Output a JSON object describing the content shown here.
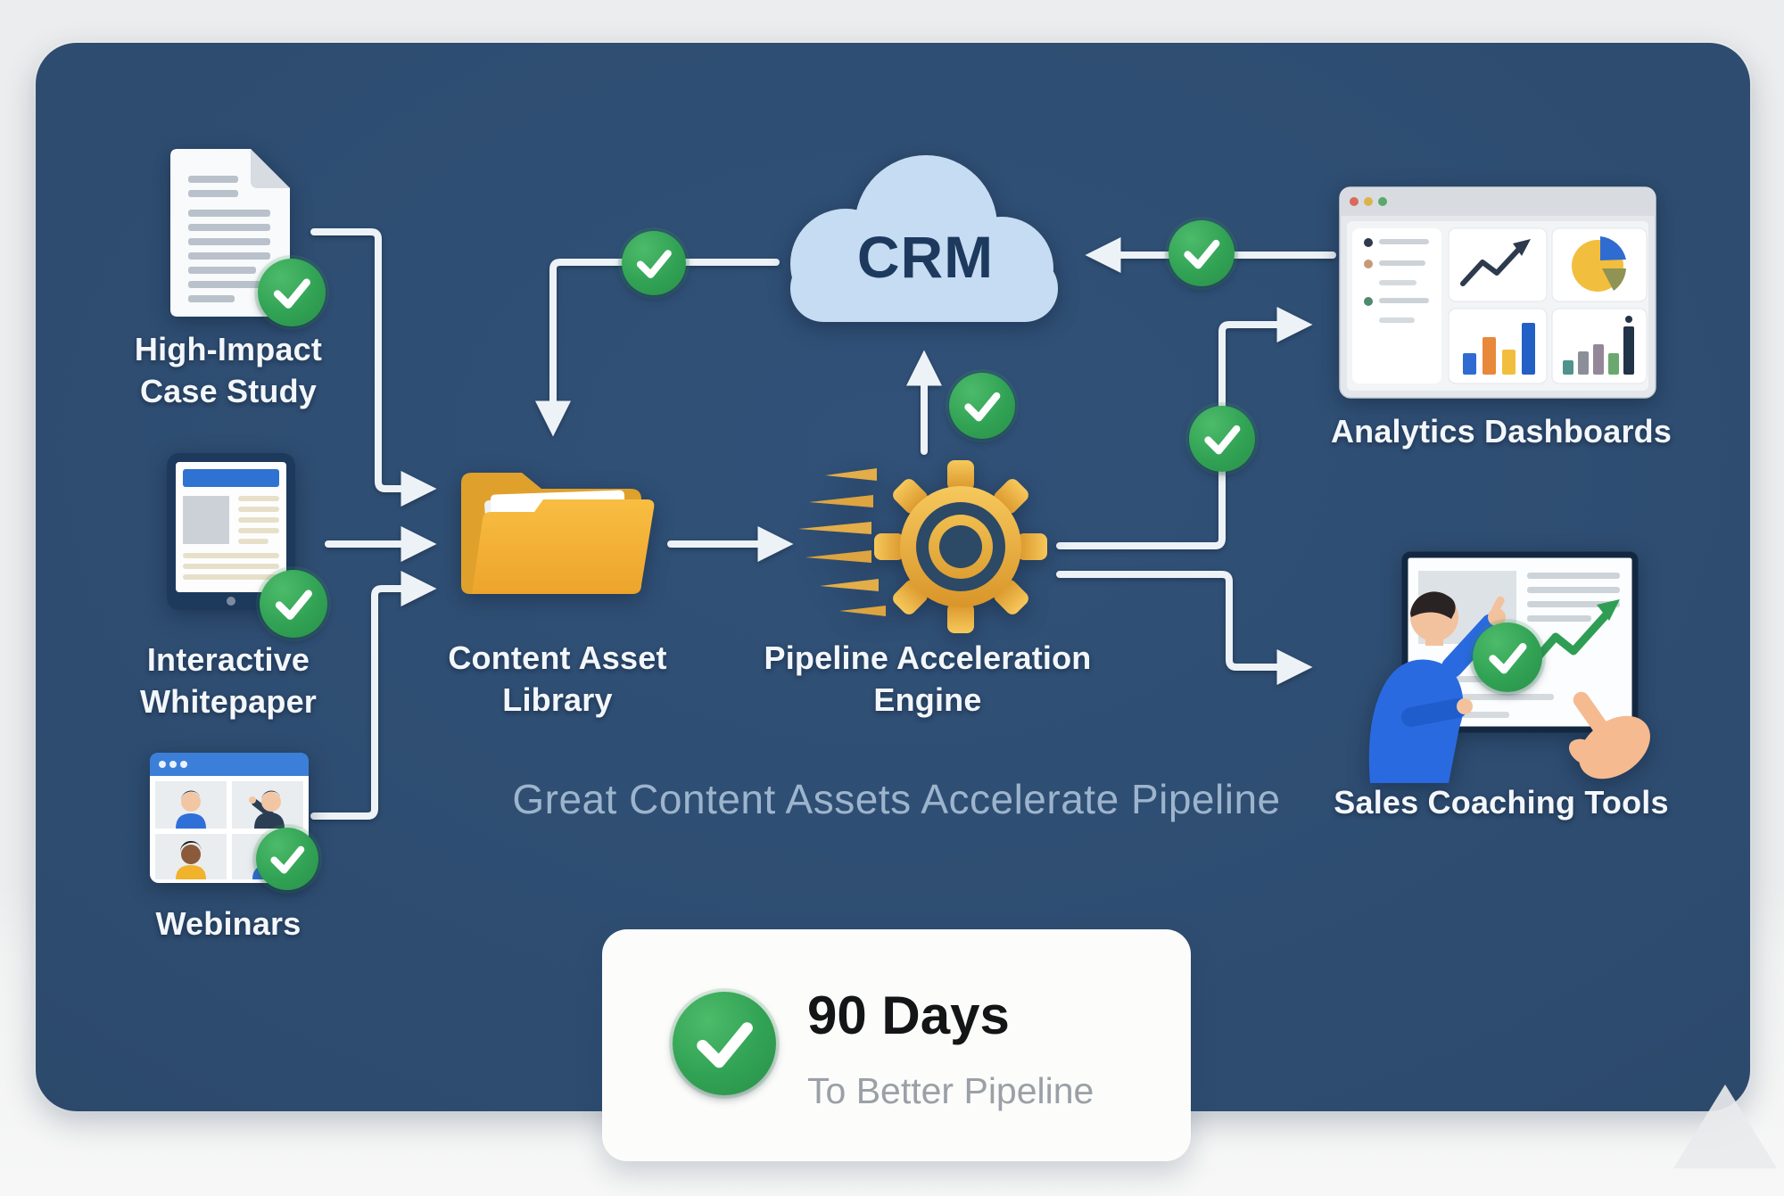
{
  "diagram": {
    "tagline": "Great Content Assets Accelerate Pipeline",
    "crm": {
      "label": "CRM"
    },
    "assets": {
      "case_study": {
        "line1": "High-Impact",
        "line2": "Case Study"
      },
      "whitepaper": {
        "line1": "Interactive",
        "line2": "Whitepaper"
      },
      "webinars": {
        "label": "Webinars"
      }
    },
    "library": {
      "line1": "Content Asset",
      "line2": "Library"
    },
    "engine": {
      "line1": "Pipeline Acceleration",
      "line2": "Engine"
    },
    "outputs": {
      "analytics": {
        "label": "Analytics Dashboards"
      },
      "coaching": {
        "label": "Sales Coaching Tools"
      }
    },
    "summary_card": {
      "title": "90 Days",
      "subtitle": "To Better Pipeline"
    }
  },
  "icons": [
    "document-icon",
    "tablet-whitepaper-icon",
    "video-call-grid-icon",
    "folder-icon",
    "speed-gear-icon",
    "cloud-icon",
    "dashboard-window-icon",
    "presenter-whiteboard-icon",
    "pointing-hand-icon",
    "check-icon"
  ],
  "colors": {
    "panel_bg": "#2e4c6f",
    "outer_bg": "#edeeee",
    "arrow": "#edf2f7",
    "check_green": "#33a653",
    "folder_yellow": "#f2b139",
    "gear_gold": "#e9ab3f",
    "cloud_blue": "#c6dcf3",
    "crm_text": "#1d3a5e",
    "label_text": "#f3f7fb",
    "tagline_text": "#9db4cd",
    "card_bg": "#fcfcfb",
    "card_title": "#151617",
    "card_subtitle": "#9aa0a6"
  }
}
